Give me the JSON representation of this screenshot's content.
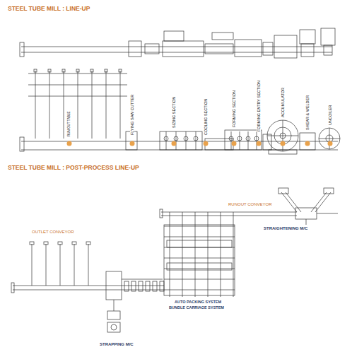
{
  "diagram": {
    "title": "STEEL TUBE MILL : LINE-UP",
    "labels": [
      "RUN OUT TABLE",
      "FLYING SAW CUTTER",
      "SIZING SECTION",
      "COOLING SECTION",
      "FORMING SECTION",
      "FORMING ENTRY SECTION",
      "ACCUMULATOR",
      "SHEAR & WELDER",
      "UNCOILER",
      "STEEL TUBE MILL : POST-PROCESS LINE-UP",
      "RUNOUT CONVEYOR",
      "STRAIGHTENING M/C",
      "OUTLET CONVEYOR",
      "AUTO PACKING SYSTEM",
      "BUNDLE CARRIAGE SYSTEM",
      "STRAPPING M/C"
    ]
  }
}
